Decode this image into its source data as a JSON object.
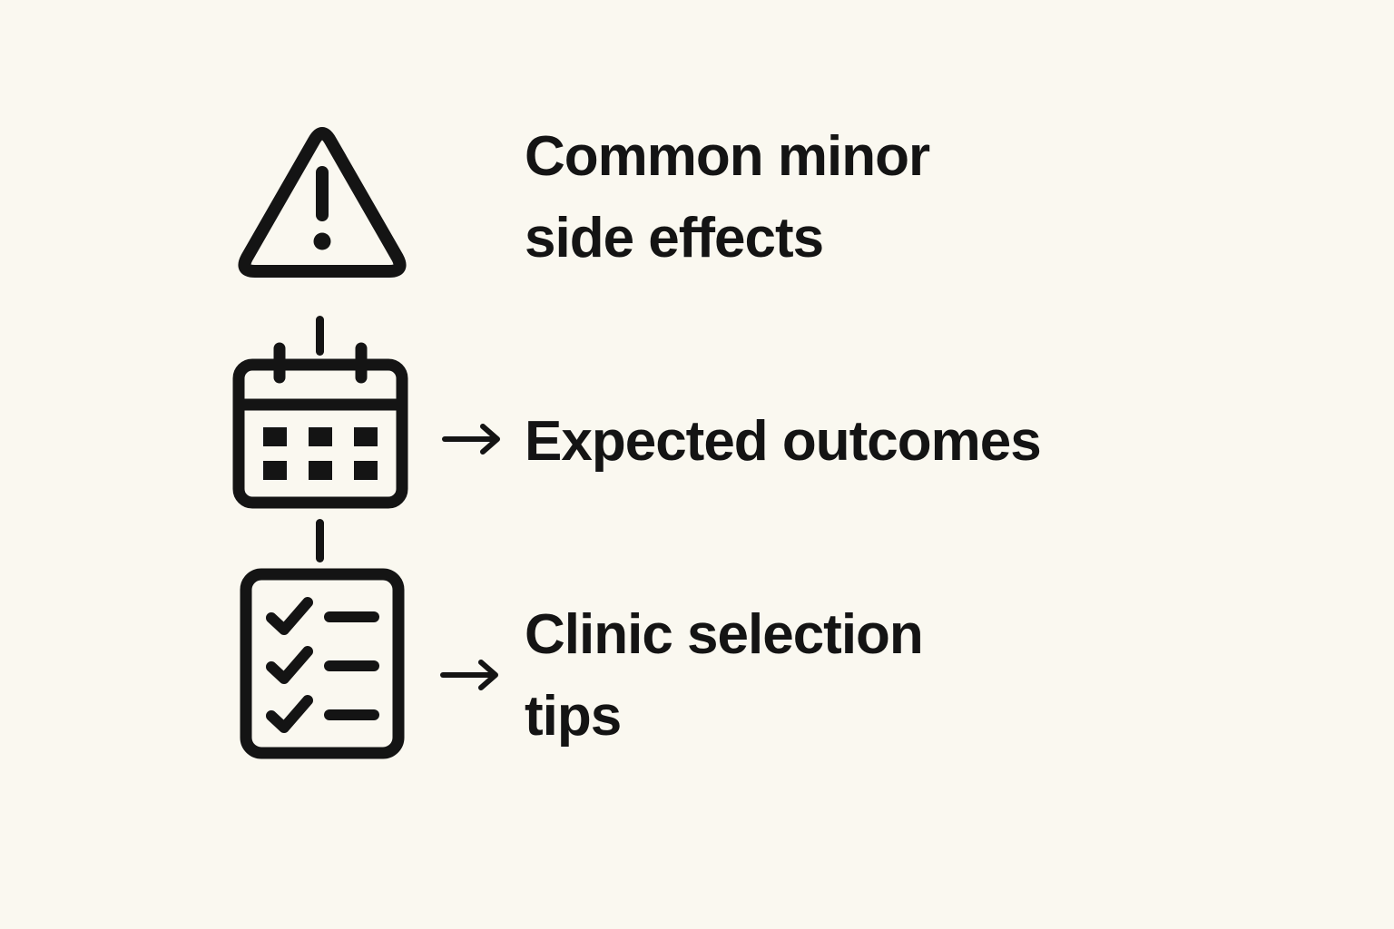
{
  "colors": {
    "background": "#FAF8F0",
    "foreground": "#141414"
  },
  "items": [
    {
      "icon": "warning-triangle-icon",
      "lines": {
        "line1": "Common minor",
        "line2": "side effects"
      },
      "has_arrow": false
    },
    {
      "icon": "calendar-icon",
      "lines": {
        "line1": "Expected outcomes",
        "line2": ""
      },
      "has_arrow": true,
      "arrow_glyph": "→"
    },
    {
      "icon": "checklist-icon",
      "lines": {
        "line1": "Clinic selection",
        "line2": "tips"
      },
      "has_arrow": true,
      "arrow_glyph": "→"
    }
  ]
}
